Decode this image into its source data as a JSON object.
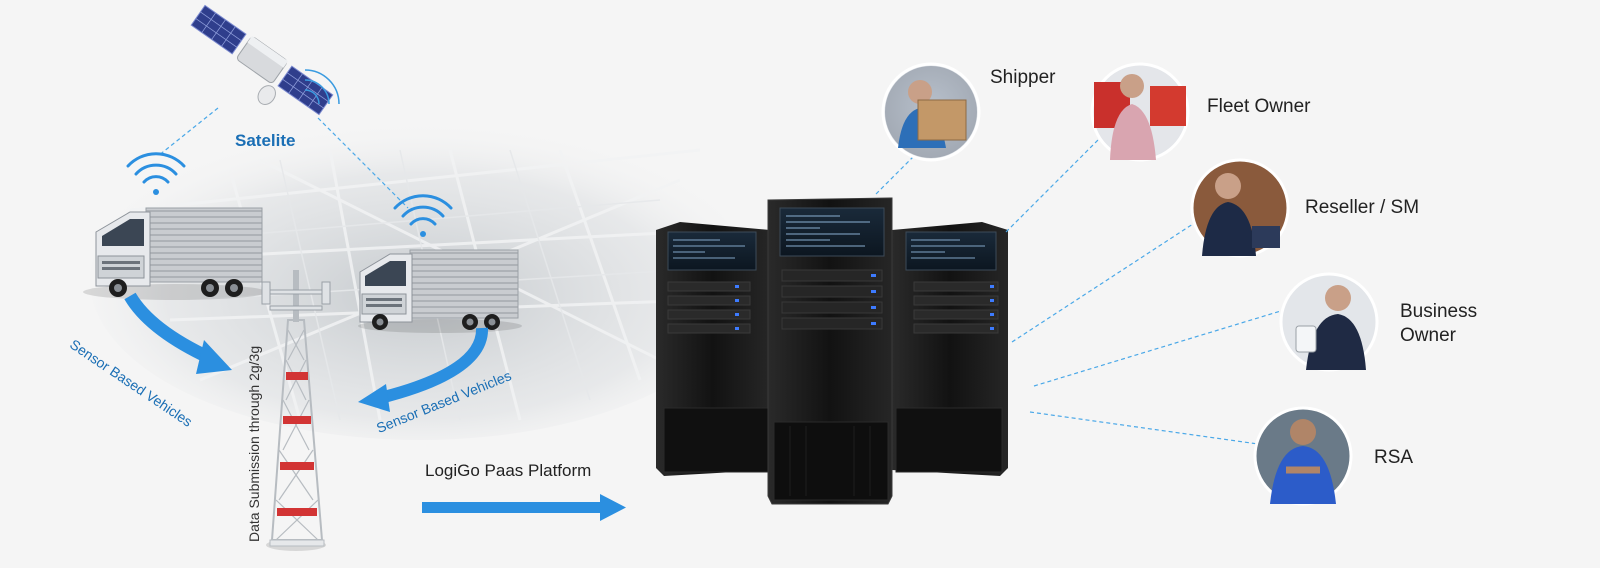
{
  "labels": {
    "satellite": "Satelite",
    "sensor_vehicles_left": "Sensor Based Vehicles",
    "sensor_vehicles_right": "Sensor Based Vehicles",
    "tower": "Data Submission through 2g/3g",
    "platform": "LogiGo Paas Platform"
  },
  "stakeholders": [
    {
      "label": "Shipper"
    },
    {
      "label": "Fleet Owner"
    },
    {
      "label": "Reseller / SM"
    },
    {
      "label": "Business Owner"
    },
    {
      "label": "RSA"
    }
  ],
  "colors": {
    "accent_blue": "#2b8fe0",
    "label_blue": "#1b6fb5",
    "dashed_line": "#4aa8e8",
    "server_body": "#161616",
    "server_led": "#3d7bff"
  }
}
